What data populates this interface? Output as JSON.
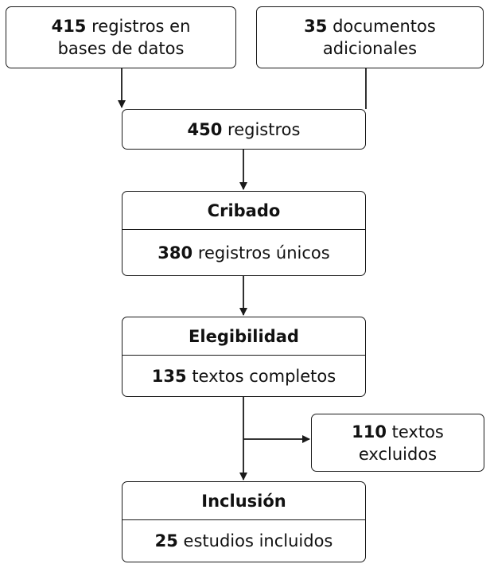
{
  "source_db": {
    "count": "415",
    "text_line1": " registros en",
    "text_line2": "bases de datos"
  },
  "additional": {
    "count": "35",
    "text_line1": " documentos",
    "text_line2": "adicionales"
  },
  "total": {
    "count": "450",
    "text": " registros"
  },
  "screening": {
    "title": "Cribado",
    "count": "380",
    "text": " registros únicos"
  },
  "eligibility": {
    "title": "Elegibilidad",
    "count": "135",
    "text": " textos completos"
  },
  "excluded": {
    "count": "110",
    "text_line1": " textos",
    "text_line2": "excluidos"
  },
  "inclusion": {
    "title": "Inclusión",
    "count": "25",
    "text": " estudios incluidos"
  }
}
